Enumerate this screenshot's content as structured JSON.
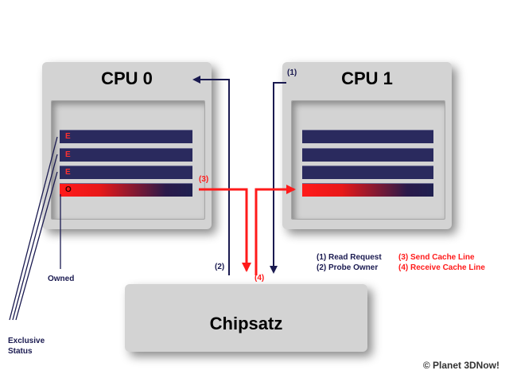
{
  "cpu0": {
    "title": "CPU 0",
    "lines": [
      {
        "state": "E"
      },
      {
        "state": "E"
      },
      {
        "state": "E"
      },
      {
        "state": "O"
      }
    ]
  },
  "cpu1": {
    "title": "CPU 1",
    "lines": 4
  },
  "chipset": {
    "title": "Chipsatz"
  },
  "steps": {
    "s1": "(1)",
    "s2": "(2)",
    "s3": "(3)",
    "s4": "(4)"
  },
  "legend": {
    "read_request": "(1) Read Request",
    "probe_owner": "(2) Probe Owner",
    "send_cache_line": "(3) Send Cache Line",
    "receive_cache_line": "(4) Receive Cache Line"
  },
  "annotations": {
    "owned": "Owned",
    "exclusive_line1": "Exclusive",
    "exclusive_line2": "Status"
  },
  "copyright": "© Planet 3DNow!",
  "colors": {
    "box": "#d3d3d3",
    "cache_line": "#2a2a5e",
    "owned_line": "#ff1a1a",
    "arrow_navy": "#1a1a50",
    "arrow_red": "#ff1a1a"
  }
}
